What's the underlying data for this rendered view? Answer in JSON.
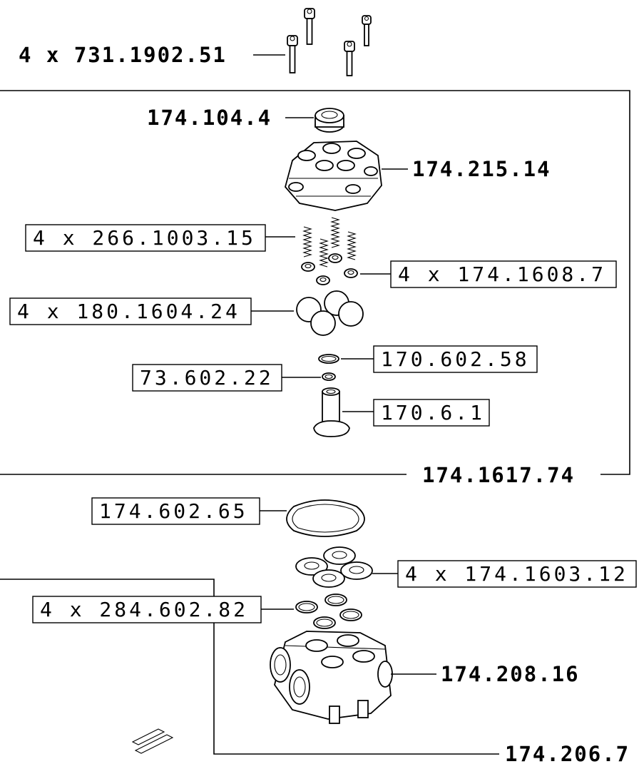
{
  "labels": {
    "screws": "4 x 731.1902.51",
    "plug": "174.104.4",
    "cover": "174.215.14",
    "springs": "4 x 266.1003.15",
    "valve_seats_small": "4 x 174.1608.7",
    "balls": "4 x 180.1604.24",
    "oring_upper": "170.602.58",
    "oring_small": "73.602.22",
    "valve_stem": "170.6.1",
    "kit": "174.1617.74",
    "gasket": "174.602.65",
    "valve_cups": "4 x 174.1603.12",
    "orings_lower": "4 x 284.602.82",
    "body": "174.208.16",
    "bottom_kit": "174.206.7"
  },
  "icons": [
    "screw-icon",
    "plug-icon",
    "cover-icon",
    "spring-icon",
    "valve-seat-icon",
    "ball-icon",
    "o-ring-icon",
    "valve-stem-icon",
    "gasket-icon",
    "valve-cup-icon",
    "pump-body-icon",
    "clip-icon"
  ]
}
